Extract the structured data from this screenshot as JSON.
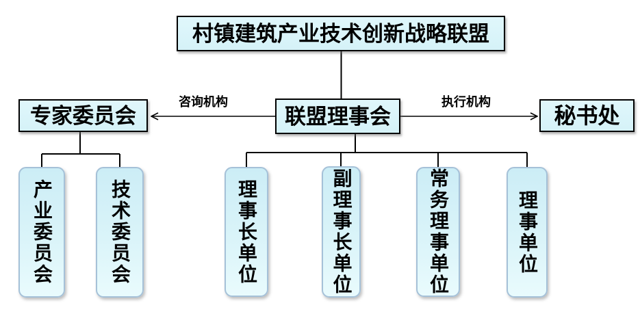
{
  "nodes": {
    "alliance": {
      "label": "村镇建筑产业技术创新战略联盟"
    },
    "expert_committee": {
      "label": "专家委员会"
    },
    "council": {
      "label": "联盟理事会"
    },
    "secretariat": {
      "label": "秘书处"
    },
    "industry_committee": {
      "label": "产业委员会"
    },
    "technology_committee": {
      "label": "技术委员会"
    },
    "chairman_unit": {
      "label": "理事长单位"
    },
    "vice_chairman_unit": {
      "label": "副理事长单位"
    },
    "executive_director_unit": {
      "label": "常务理事单位"
    },
    "director_unit": {
      "label": "理事单位"
    }
  },
  "edge_labels": {
    "advisory": "咨询机构",
    "executive": "执行机构"
  },
  "colors": {
    "background": "#ffffff",
    "node_fill": "#d5f2f8",
    "node_border": "#000000",
    "pill_border": "#a5c1d8",
    "line": "#000000"
  }
}
